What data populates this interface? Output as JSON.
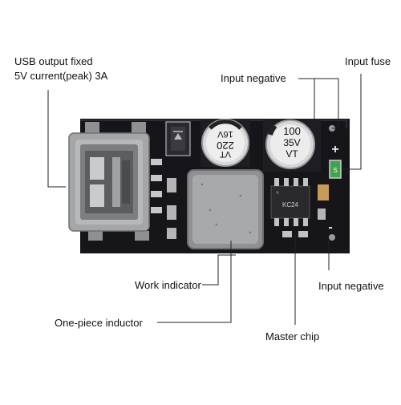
{
  "labels": {
    "usb_output_line1": "USB output fixed",
    "usb_output_line2": "5V current(peak) 3A",
    "input_negative_top": "Input negative",
    "input_fuse": "Input fuse",
    "work_indicator": "Work indicator",
    "input_negative_bottom": "Input negative",
    "one_piece_inductor": "One-piece inductor",
    "master_chip": "Master chip"
  },
  "board": {
    "cap_small_value": "220",
    "cap_small_voltage": "16V",
    "cap_small_series": "VT",
    "cap_large_value": "100",
    "cap_large_voltage": "35V",
    "cap_large_series": "VT",
    "chip_marking": "KC24",
    "fuse_marking": "S",
    "plus_sign": "+",
    "minus_sign": "-"
  },
  "colors": {
    "pcb": "#16161a",
    "silkscreen": "#e8e8e8",
    "usb_metal": "#9a9c9e",
    "inductor": "#8f9193",
    "leader_line": "#222222",
    "fuse": "#3fa44a"
  }
}
